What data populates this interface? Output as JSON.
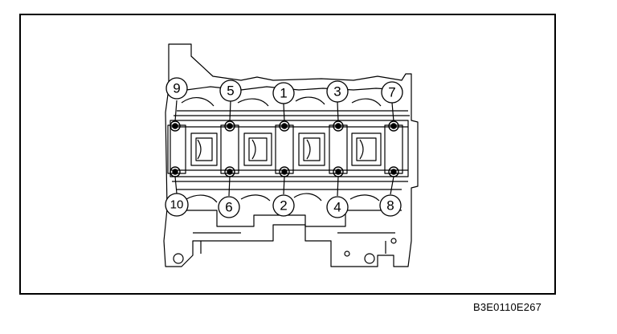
{
  "figure": {
    "code": "B3E0110E267",
    "callouts": [
      "9",
      "5",
      "1",
      "3",
      "7",
      "10",
      "6",
      "2",
      "4",
      "8"
    ]
  },
  "colors": {
    "line": "#000000",
    "background": "#ffffff"
  }
}
